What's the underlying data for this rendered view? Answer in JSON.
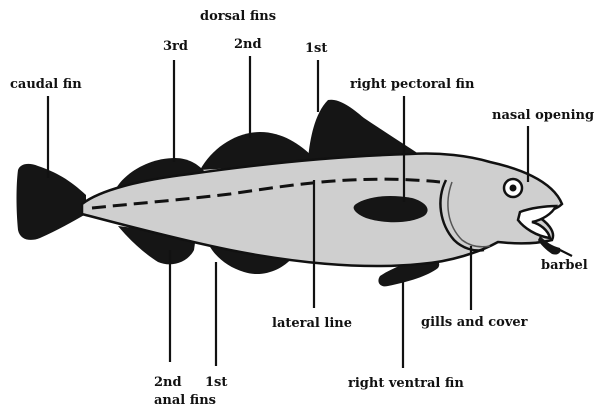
{
  "labels": {
    "dorsal_fins": "dorsal fins",
    "dorsal_3rd": "3rd",
    "dorsal_2nd": "2nd",
    "dorsal_1st": "1st",
    "caudal_fin": "caudal fin",
    "right_pectoral_fin": "right pectoral fin",
    "nasal_opening": "nasal opening",
    "barbel": "barbel",
    "gills_and_cover": "gills and cover",
    "lateral_line": "lateral line",
    "right_ventral_fin": "right ventral fin",
    "anal_2nd": "2nd",
    "anal_1st": "1st",
    "anal_fins": "anal fins"
  },
  "colors": {
    "body": "#cfcfcf",
    "fins": "#151515",
    "background": "#ffffff"
  }
}
